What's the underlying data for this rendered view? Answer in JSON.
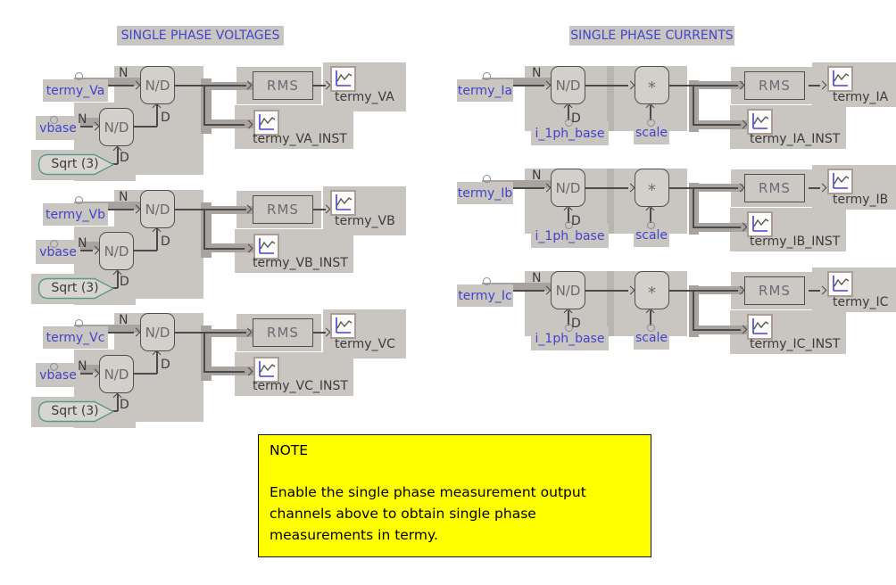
{
  "titles": {
    "voltages": "SINGLE PHASE VOLTAGES",
    "currents": "SINGLE PHASE CURRENTS"
  },
  "blocks": {
    "divider": "N/D",
    "multiplier": "*",
    "rms": "RMS",
    "sqrt3": "Sqrt (3)"
  },
  "ports": {
    "numerator": "N",
    "denominator": "D"
  },
  "voltage_groups": [
    {
      "input": "termy_Va",
      "base": "vbase",
      "out": "termy_VA",
      "out_inst": "termy_VA_INST"
    },
    {
      "input": "termy_Vb",
      "base": "vbase",
      "out": "termy_VB",
      "out_inst": "termy_VB_INST"
    },
    {
      "input": "termy_Vc",
      "base": "vbase",
      "out": "termy_VC",
      "out_inst": "termy_VC_INST"
    }
  ],
  "current_groups": [
    {
      "input": "termy_Ia",
      "base": "i_1ph_base",
      "scale": "scale",
      "out": "termy_IA",
      "out_inst": "termy_IA_INST"
    },
    {
      "input": "termy_Ib",
      "base": "i_1ph_base",
      "scale": "scale",
      "out": "termy_IB",
      "out_inst": "termy_IB_INST"
    },
    {
      "input": "termy_Ic",
      "base": "i_1ph_base",
      "scale": "scale",
      "out": "termy_IC",
      "out_inst": "termy_IC_INST"
    }
  ],
  "note": {
    "title": "NOTE",
    "body": "Enable the single phase measurement output channels above to obtain single phase measurements in termy."
  },
  "icons": {
    "output_channel": "plot-line-icon"
  },
  "colors": {
    "panel": "#c9c6c2",
    "wire": "#4a4a4a",
    "wire_highlight": "#a8a39f",
    "label_blue": "#4343cb",
    "note_bg": "#ffff00",
    "sqrt_outline": "#5a9a8c",
    "plot_blue": "#4444cc"
  }
}
